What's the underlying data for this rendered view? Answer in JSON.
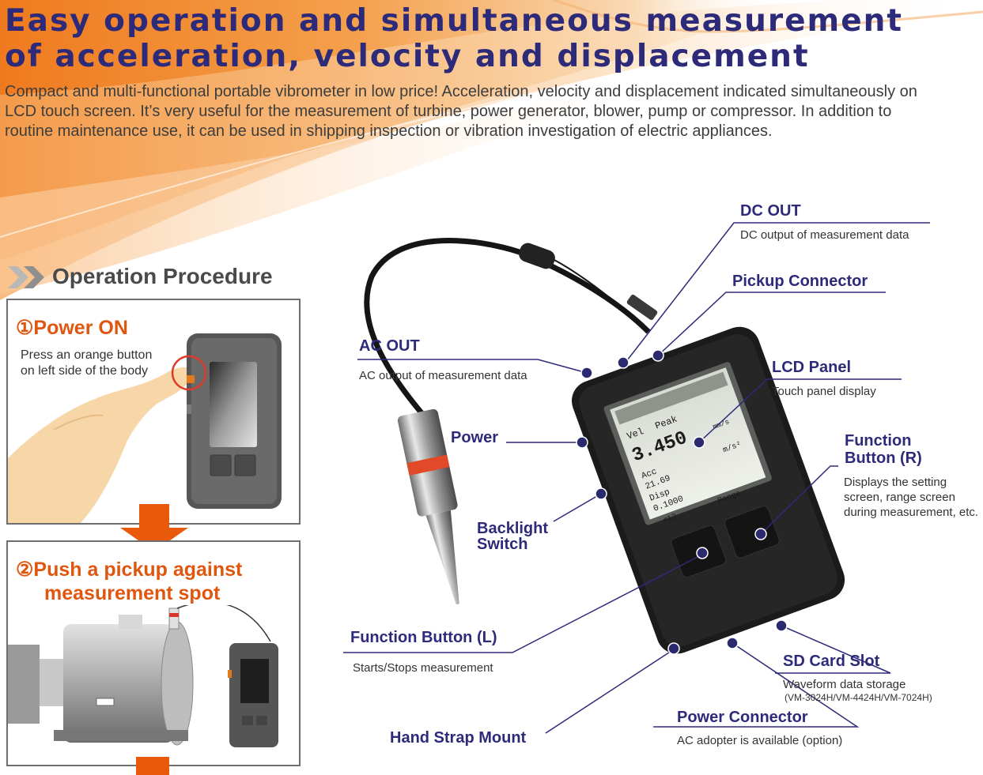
{
  "header": {
    "title_line1": "Easy operation and simultaneous measurement",
    "title_line2": "of acceleration, velocity and displacement",
    "intro": "Compact and multi-functional portable vibrometer in low price! Acceleration, velocity and displacement indicated simultaneously on LCD touch screen. It’s very useful for the measurement of turbine, power generator, blower, pump or compressor. In addition to routine maintenance use, it can be used in shipping inspection or vibration investigation of electric appliances."
  },
  "procedure": {
    "title": "Operation Procedure",
    "step1": {
      "title": "①Power ON",
      "body": "Press an orange button on left side of the body"
    },
    "step2": {
      "title_line1": "②Push a pickup against",
      "title_line2": "measurement spot"
    }
  },
  "callouts": {
    "dc_out": {
      "label": "DC OUT",
      "desc": "DC output of measurement data"
    },
    "pickup_connector": {
      "label": "Pickup Connector"
    },
    "ac_out": {
      "label": "AC OUT",
      "desc": "AC output of measurement data"
    },
    "lcd_panel": {
      "label": "LCD Panel",
      "desc": "Touch panel display"
    },
    "power": {
      "label": "Power"
    },
    "function_r": {
      "label_line1": "Function",
      "label_line2": "Button (R)",
      "desc_line1": "Displays the setting",
      "desc_line2": "screen, range screen",
      "desc_line3": "during measurement, etc."
    },
    "backlight": {
      "label_line1": "Backlight",
      "label_line2": "Switch"
    },
    "function_l": {
      "label": "Function Button (L)",
      "desc": "Starts/Stops measurement"
    },
    "sd_card": {
      "label": "SD Card Slot",
      "desc": "Waveform data storage",
      "models": "(VM-3024H/VM-4424H/VM-7024H)"
    },
    "power_connector": {
      "label": "Power Connector",
      "desc": "AC adopter is available (option)"
    },
    "hand_strap": {
      "label": "Hand Strap Mount"
    }
  },
  "lcd": {
    "vel": "Vel",
    "peak": "Peak",
    "vel_value": "3.450",
    "vel_unit": "mm/s",
    "acc_label": "Acc",
    "acc_value": "21.69",
    "acc_unit": "m/s²",
    "disp_label": "Disp",
    "disp_value": "0.1000",
    "btn_left": "<13",
    "btn_right": "Range"
  },
  "colors": {
    "title_navy": "#2e2a7a",
    "accent_orange": "#e0560f",
    "callout_dot": "#2b2a6e",
    "callout_line": "#2e2a7a"
  }
}
